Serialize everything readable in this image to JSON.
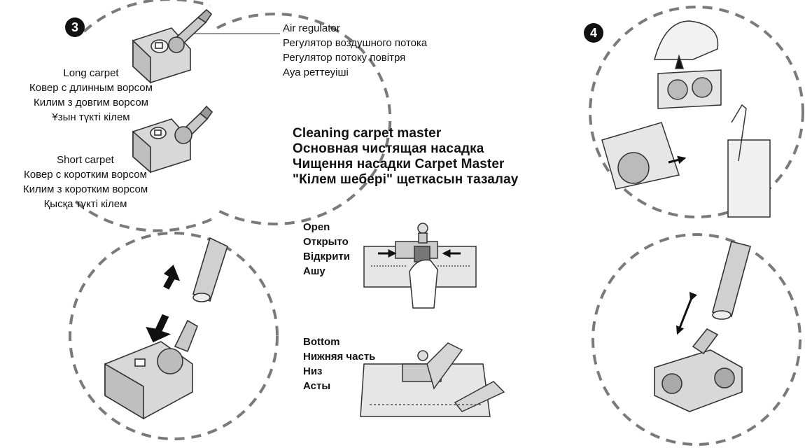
{
  "steps": {
    "step3": "3",
    "step4": "4"
  },
  "air_regulator": {
    "en": "Air regulator",
    "ru": "Регулятор воздушного потока",
    "uk": "Регулятор потоку повітря",
    "kk": "Ауа реттеуіші"
  },
  "long_carpet": {
    "en": "Long carpet",
    "ru": "Ковер с длинным ворсом",
    "uk": "Килим з довгим ворсом",
    "kk": "Ұзын түкті кілем"
  },
  "short_carpet": {
    "en": "Short carpet",
    "ru": "Ковер с коротким ворсом",
    "uk": "Килим з коротким ворсом",
    "kk": "Қысқа түкті кілем"
  },
  "cleaning": {
    "en": "Cleaning carpet master",
    "ru": "Основная чистящая насадка",
    "uk": "Чищення насадки Carpet Master",
    "kk": "\"Кілем шебері\" щеткасын тазалау"
  },
  "open": {
    "en": "Open",
    "ru": "Открыто",
    "uk": "Відкрити",
    "kk": "Ашу"
  },
  "bottom": {
    "en": "Bottom",
    "ru": "Нижняя часть",
    "uk": "Низ",
    "kk": "Асты"
  },
  "colors": {
    "line": "#7a7a7a",
    "ink": "#111111",
    "fill": "#d8d8d8"
  }
}
